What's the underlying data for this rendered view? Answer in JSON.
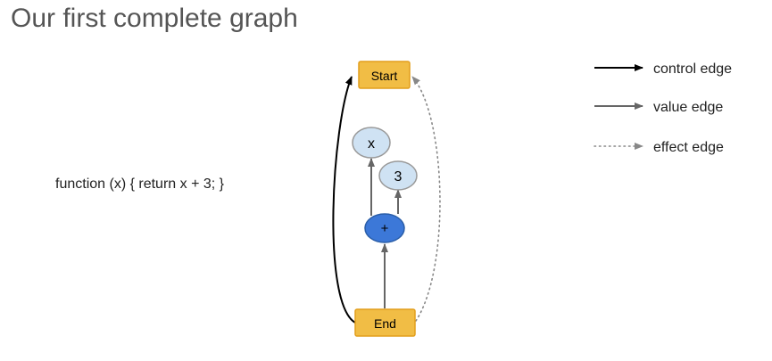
{
  "title": "Our first complete graph",
  "code": "function (x) { return x + 3; }",
  "nodes": {
    "start": "Start",
    "end": "End",
    "param_x": "x",
    "const_3": "3",
    "add": "+"
  },
  "legend": {
    "control": "control edge",
    "value": "value edge",
    "effect": "effect edge"
  },
  "colors": {
    "control_node_fill": "#f1bd45",
    "control_node_stroke": "#e29e1c",
    "value_node_fill": "#cfe2f3",
    "value_node_stroke": "#999999",
    "op_node_fill": "#3c78d8",
    "op_node_stroke": "#2a5ea8",
    "control_edge": "#000000",
    "value_edge": "#666666",
    "effect_edge": "#888888"
  }
}
